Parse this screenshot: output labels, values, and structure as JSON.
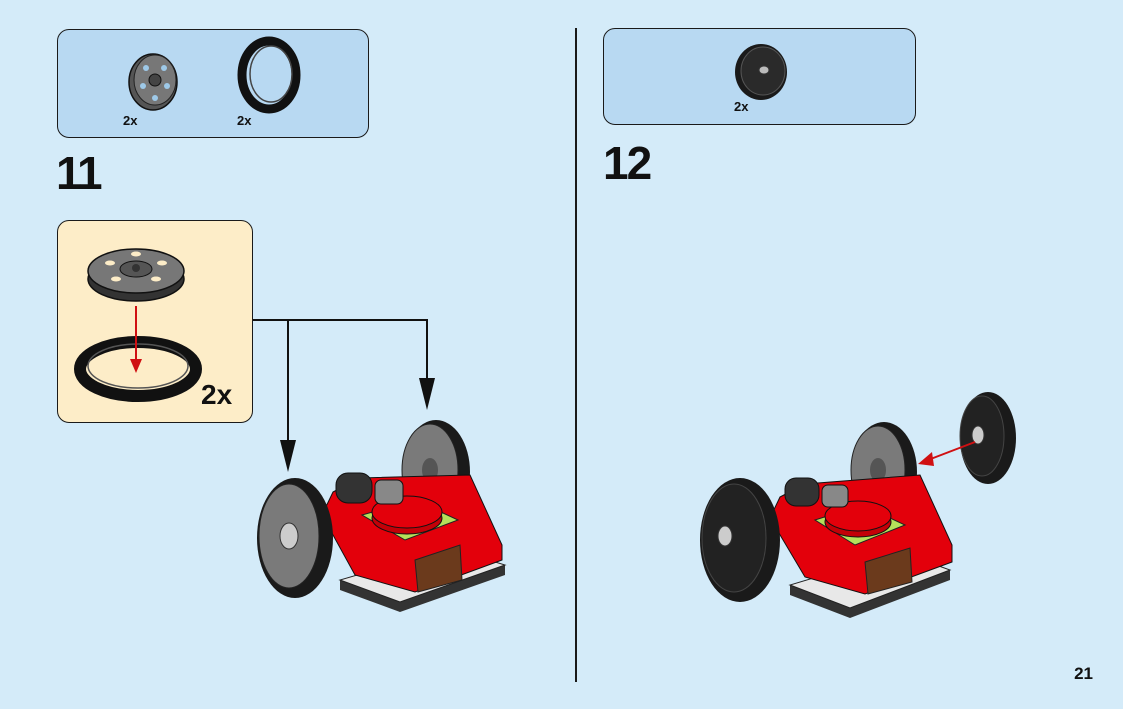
{
  "steps": [
    {
      "number": "11",
      "parts": [
        {
          "qty": "2x",
          "icon": "wheel-hub-icon"
        },
        {
          "qty": "2x",
          "icon": "tire-icon"
        }
      ],
      "subassembly_qty": "2x"
    },
    {
      "number": "12",
      "parts": [
        {
          "qty": "2x",
          "icon": "wheel-icon"
        }
      ]
    }
  ],
  "page_number": "21",
  "colors": {
    "background": "#d4ebf9",
    "parts_box": "#b8d9f2",
    "subassembly_box": "#fdedc8",
    "brick_red": "#e3000b",
    "arrow_red": "#d01012",
    "lime": "#b5e05a",
    "brown": "#6b3a1c"
  }
}
